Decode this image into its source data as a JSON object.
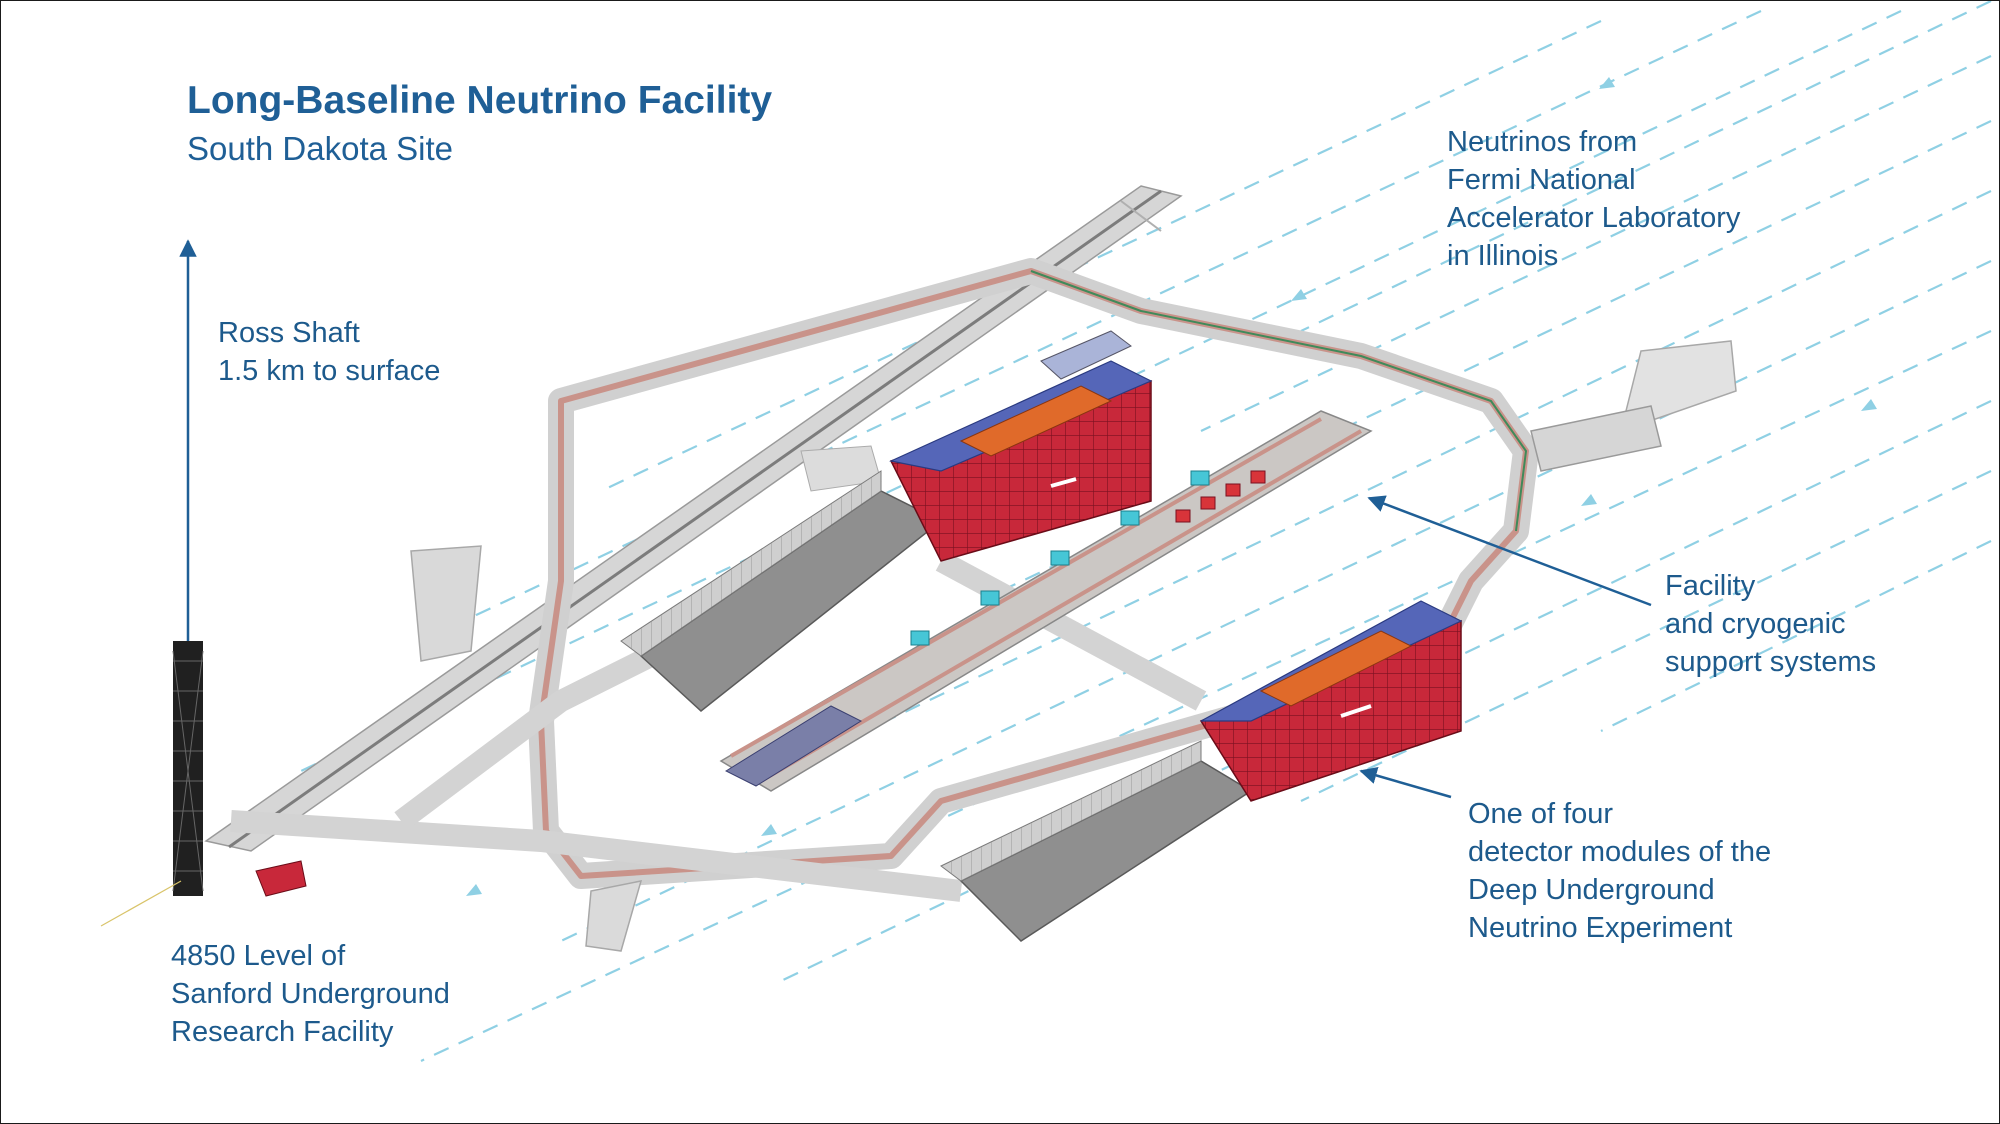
{
  "title": {
    "main": "Long-Baseline Neutrino Facility",
    "sub": "South Dakota Site"
  },
  "labels": {
    "neutrinos": [
      "Neutrinos from",
      "Fermi National",
      "Accelerator Laboratory",
      "in Illinois"
    ],
    "ross_shaft": [
      "Ross Shaft",
      "1.5 km to surface"
    ],
    "facility": [
      "Facility",
      "and cryogenic",
      "support systems"
    ],
    "detector": [
      "One of four",
      "detector modules of the",
      "Deep Underground",
      "Neutrino Experiment"
    ],
    "level": [
      "4850 Level of",
      "Sanford Underground",
      "Research Facility"
    ]
  },
  "colors": {
    "label_text": "#1d5a8c",
    "arrow": "#1f5f96",
    "beam_dash": "#8fd0e4",
    "detector_red": "#c8283a",
    "cryostat_blue": "#3a4fa8",
    "cryo_cyan": "#46c6d6",
    "cavern_gray": "#8c8c8c",
    "tunnel_gray": "#d4d4d4",
    "drift_pipe": "#c9938a"
  }
}
